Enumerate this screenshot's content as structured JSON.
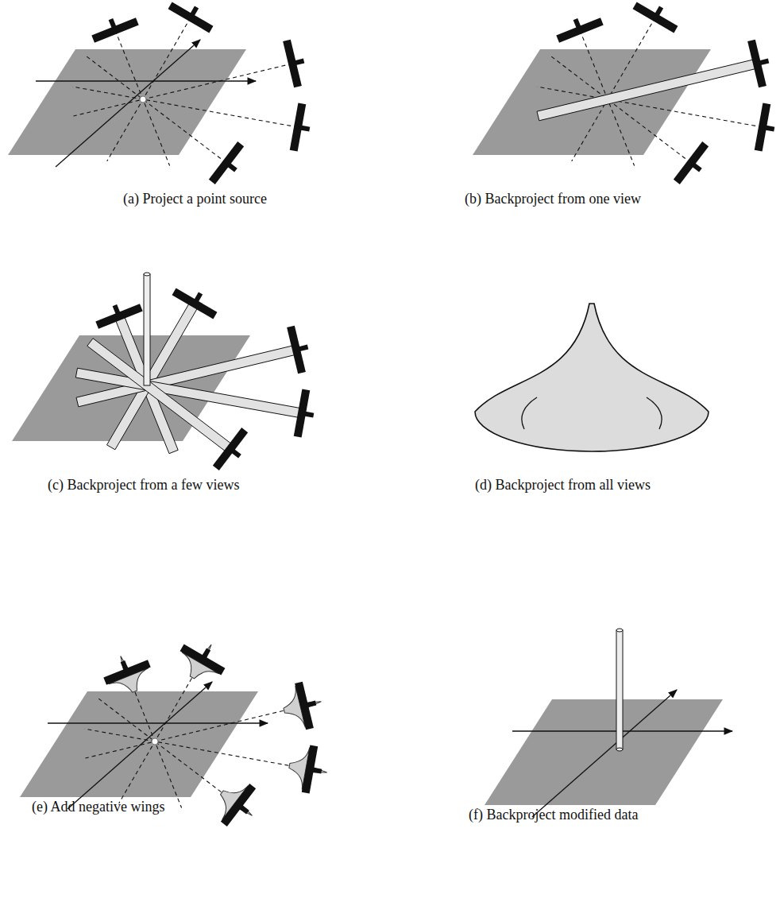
{
  "diagram": {
    "labels": [
      "(a) Project a point source",
      "(b) Backproject from one view",
      "(c) Backproject from a few views",
      "(d) Backproject from all views",
      "(e) Add negative wings",
      "(f) Backproject modified data"
    ]
  }
}
